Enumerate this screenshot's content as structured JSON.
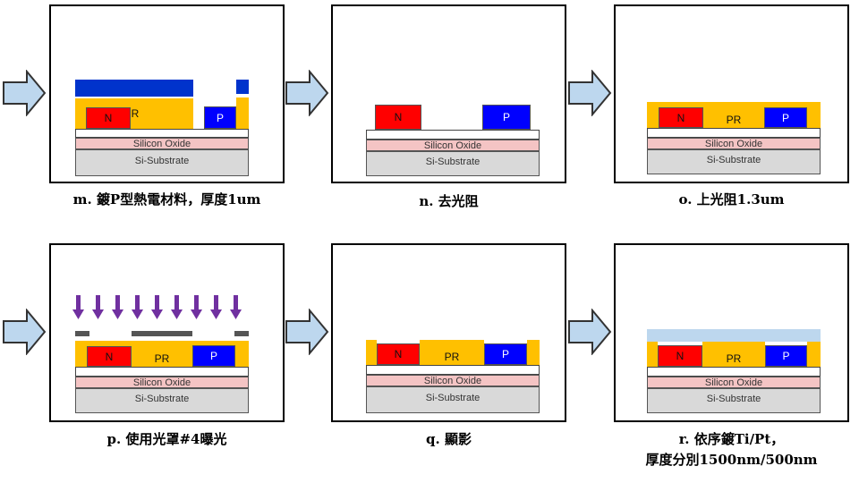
{
  "captions": {
    "m": "m. 鍍P型熱電材料，厚度1um",
    "n": "n. 去光阻",
    "o": "o. 上光阻1.3um",
    "p": "p. 使用光罩#4曝光",
    "q": "q. 顯影",
    "r_line1": "r. 依序鍍Ti/Pt，",
    "r_line2": "厚度分別1500nm/500nm"
  },
  "labels": {
    "n": "N",
    "p": "P",
    "pr": "PR",
    "oxide": "Silicon Oxide",
    "substrate": "Si-Substrate"
  },
  "colors": {
    "arrow_fill": "#bdd7ee",
    "n_material": "#ff0000",
    "p_material": "#0000ff",
    "photoresist": "#ffc000",
    "ti_pt": "#bdd7ee",
    "uv_arrow": "#7030a0"
  }
}
